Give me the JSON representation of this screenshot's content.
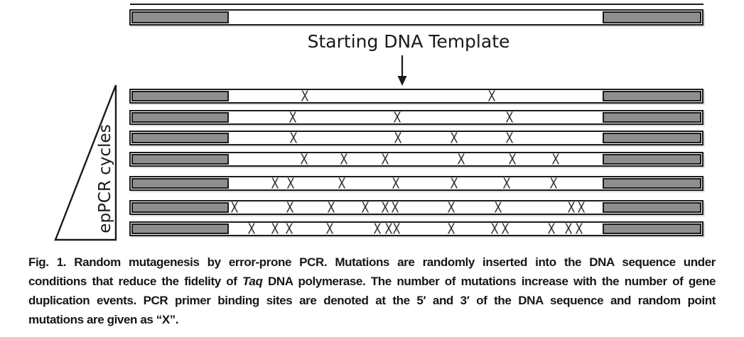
{
  "figure": {
    "template_label": "Starting DNA Template",
    "axis_label": "epPCR cycles",
    "mutation_symbol": "X",
    "colors": {
      "primer_gray": "#8e8e8e",
      "outline": "#1b1b1b",
      "mutation": "#333333",
      "shadow": "#dcdcdc"
    },
    "rows": [
      {
        "row": 1,
        "mutation_count": 2,
        "mutation_positions_pct": [
          20.2,
          70.5
        ]
      },
      {
        "row": 2,
        "mutation_count": 3,
        "mutation_positions_pct": [
          16.9,
          45.1,
          75.1
        ]
      },
      {
        "row": 3,
        "mutation_count": 4,
        "mutation_positions_pct": [
          17.1,
          45.2,
          60.3,
          75.1
        ]
      },
      {
        "row": 4,
        "mutation_count": 6,
        "mutation_positions_pct": [
          20.0,
          30.8,
          41.8,
          62.2,
          75.9,
          87.6
        ]
      },
      {
        "row": 5,
        "mutation_count": 7,
        "mutation_positions_pct": [
          12.2,
          16.5,
          30.2,
          44.7,
          60.3,
          74.5,
          87.1
        ]
      },
      {
        "row": 6,
        "mutation_count": 10,
        "mutation_positions_pct": [
          1.3,
          16.2,
          27.2,
          36.5,
          41.8,
          44.5,
          59.5,
          72.1,
          91.8,
          94.5
        ]
      },
      {
        "row": 7,
        "mutation_count": 13,
        "mutation_positions_pct": [
          5.9,
          12.2,
          16.0,
          27.0,
          39.7,
          42.8,
          44.9,
          59.5,
          71.1,
          74.1,
          86.5,
          91.1,
          93.9
        ]
      }
    ]
  },
  "caption": {
    "lines": [
      [
        {
          "t": "Fig. 1. Random mutagenesis by error-prone PCR. Mutations are randomly inserted into the DNA sequence under",
          "i": false
        }
      ],
      [
        {
          "t": "conditions that reduce the fidelity of ",
          "i": false
        },
        {
          "t": "Taq",
          "i": true
        },
        {
          "t": " DNA polymerase. The number of mutations increase with the number of gene",
          "i": false
        }
      ],
      [
        {
          "t": "duplication events. PCR primer binding sites are denoted at the 5′ and 3′ of the DNA sequence and random point",
          "i": false
        }
      ],
      [
        {
          "t": "mutations are given as “X”.",
          "i": false
        }
      ]
    ]
  }
}
